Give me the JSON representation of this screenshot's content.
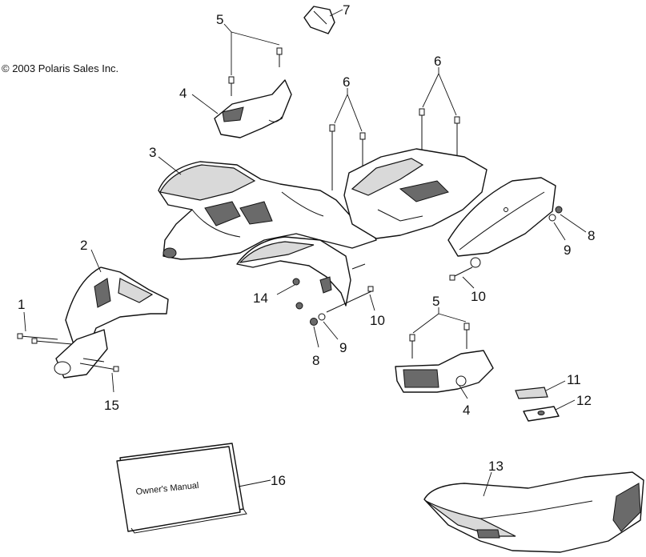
{
  "copyright": "© 2003 Polaris Sales Inc.",
  "manual_label": "Owner's Manual",
  "callouts": {
    "c1": "1",
    "c2": "2",
    "c3": "3",
    "c4a": "4",
    "c4b": "4",
    "c5a": "5",
    "c5b": "5",
    "c6a": "6",
    "c6b": "6",
    "c7": "7",
    "c8a": "8",
    "c8b": "8",
    "c9a": "9",
    "c9b": "9",
    "c10a": "10",
    "c10b": "10",
    "c11": "11",
    "c12": "12",
    "c13": "13",
    "c14": "14",
    "c15": "15",
    "c16": "16"
  }
}
